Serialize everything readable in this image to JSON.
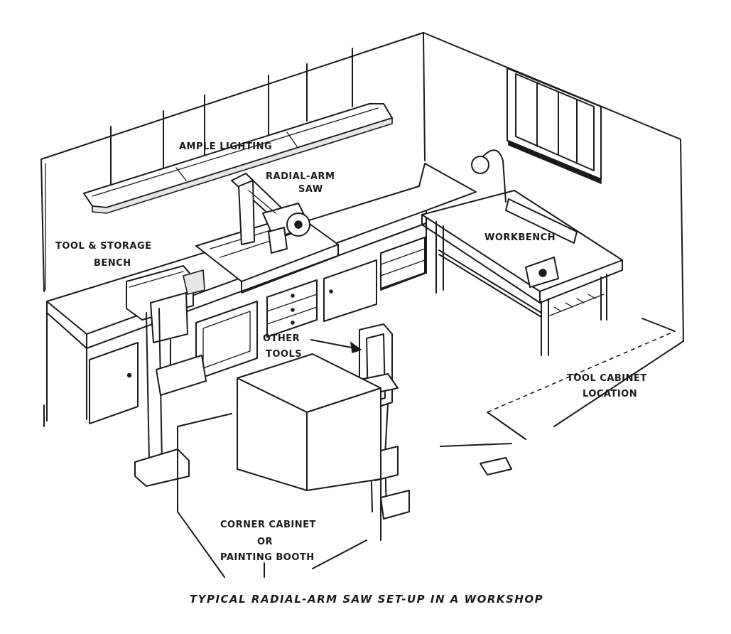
{
  "labels": {
    "ample_lighting": "AMPLE LIGHTING",
    "radial_arm_saw": [
      "RADIAL-ARM",
      "SAW"
    ],
    "tool_storage_bench": [
      "TOOL & STORAGE",
      "BENCH"
    ],
    "workbench": "WORKBENCH",
    "other_tools": [
      "OTHER",
      "TOOLS"
    ],
    "tool_cabinet_location": [
      "TOOL CABINET",
      "LOCATION"
    ],
    "corner_cabinet": [
      "CORNER CABINET",
      "OR",
      "PAINTING BOOTH"
    ]
  },
  "caption": "TYPICAL RADIAL-ARM SAW SET-UP IN A WORKSHOP"
}
